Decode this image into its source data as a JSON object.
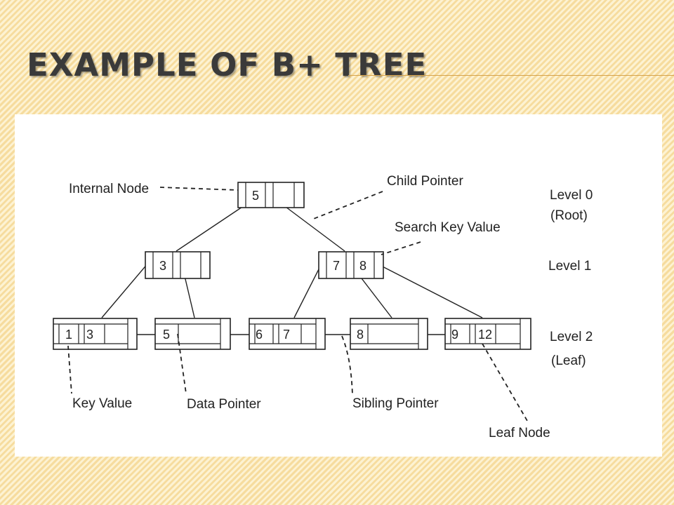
{
  "slide": {
    "title": "EXAMPLE OF B+ TREE"
  },
  "diagram": {
    "nodes": {
      "root": {
        "keys": [
          "5"
        ]
      },
      "level1_left": {
        "keys": [
          "3"
        ]
      },
      "level1_right": {
        "keys": [
          "7",
          "8"
        ]
      },
      "leaf1": {
        "keys": [
          "1",
          "3"
        ]
      },
      "leaf2": {
        "keys": [
          "5"
        ]
      },
      "leaf3": {
        "keys": [
          "6",
          "7"
        ]
      },
      "leaf4": {
        "keys": [
          "8"
        ]
      },
      "leaf5": {
        "keys": [
          "9",
          "12"
        ]
      }
    },
    "labels": {
      "internal_node": "Internal Node",
      "child_pointer": "Child Pointer",
      "search_key_value": "Search Key Value",
      "key_value": "Key Value",
      "data_pointer": "Data Pointer",
      "sibling_pointer": "Sibling Pointer",
      "leaf_node": "Leaf Node"
    },
    "levels": {
      "level0": "Level 0",
      "level0_sub": "(Root)",
      "level1": "Level 1",
      "level2": "Level 2",
      "level2_sub": "(Leaf)"
    }
  }
}
